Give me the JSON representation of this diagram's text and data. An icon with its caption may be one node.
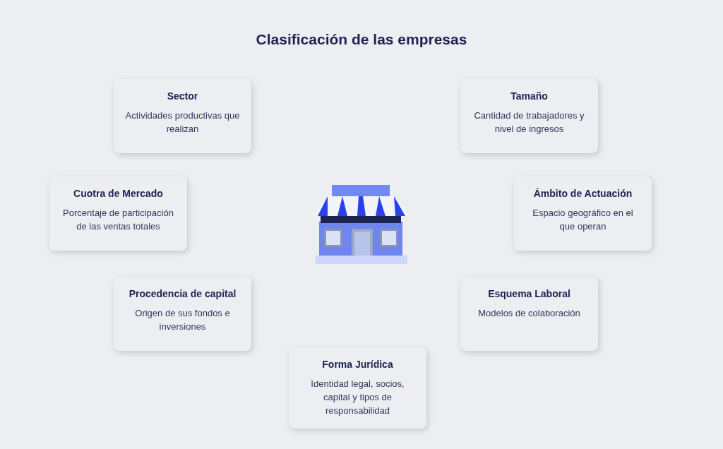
{
  "diagram": {
    "title": "Clasificación de las empresas",
    "nodes": [
      {
        "text": [
          "Sector",
          "Actividades productivas que realizan"
        ]
      },
      {
        "text": [
          "Tamaño",
          "Cantidad de trabajadores y nivel de ingresos"
        ]
      },
      {
        "text": [
          "Cuotra de Mercado",
          "Porcentaje de participación de las ventas totales"
        ]
      },
      {
        "text": [
          "Ámbito de Actuación",
          "Espacio geográfico en el que operan"
        ]
      },
      {
        "text": [
          "Procedencia de capital",
          "Origen de sus fondos e inversiones"
        ]
      },
      {
        "text": [
          "Esquema Laboral",
          "Modelos de colaboración"
        ]
      },
      {
        "text": [
          "Forma Jurídica",
          "Identidad legal, socios, capital y tipos de responsabilidad"
        ]
      }
    ]
  }
}
